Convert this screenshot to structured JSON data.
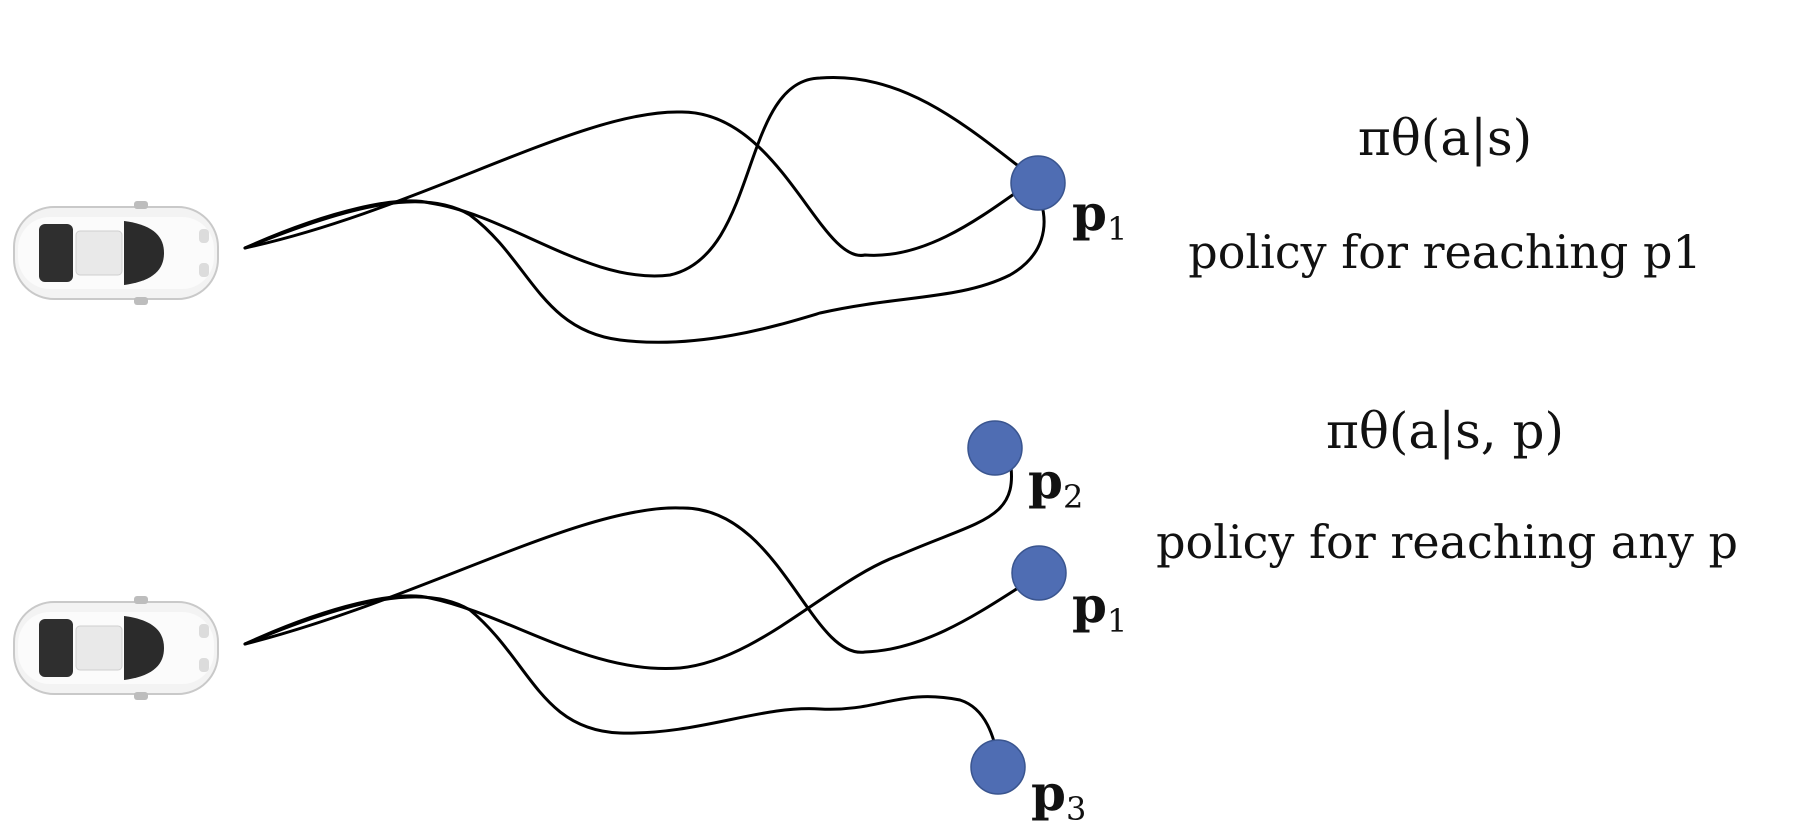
{
  "colors": {
    "goal_fill": "#4f6db3",
    "goal_stroke": "#3a558f",
    "curve": "#000000",
    "car_body": "#f3f3f3",
    "car_glass": "#2b2b2b"
  },
  "top_panel": {
    "formula": "πθ(a|s)",
    "description": "policy for reaching p1",
    "goals": [
      {
        "label": "p",
        "sub": "1"
      }
    ]
  },
  "bottom_panel": {
    "formula": "πθ(a|s, p)",
    "description": "policy for reaching any p",
    "goals": [
      {
        "label": "p",
        "sub": "2"
      },
      {
        "label": "p",
        "sub": "1"
      },
      {
        "label": "p",
        "sub": "3"
      }
    ]
  }
}
